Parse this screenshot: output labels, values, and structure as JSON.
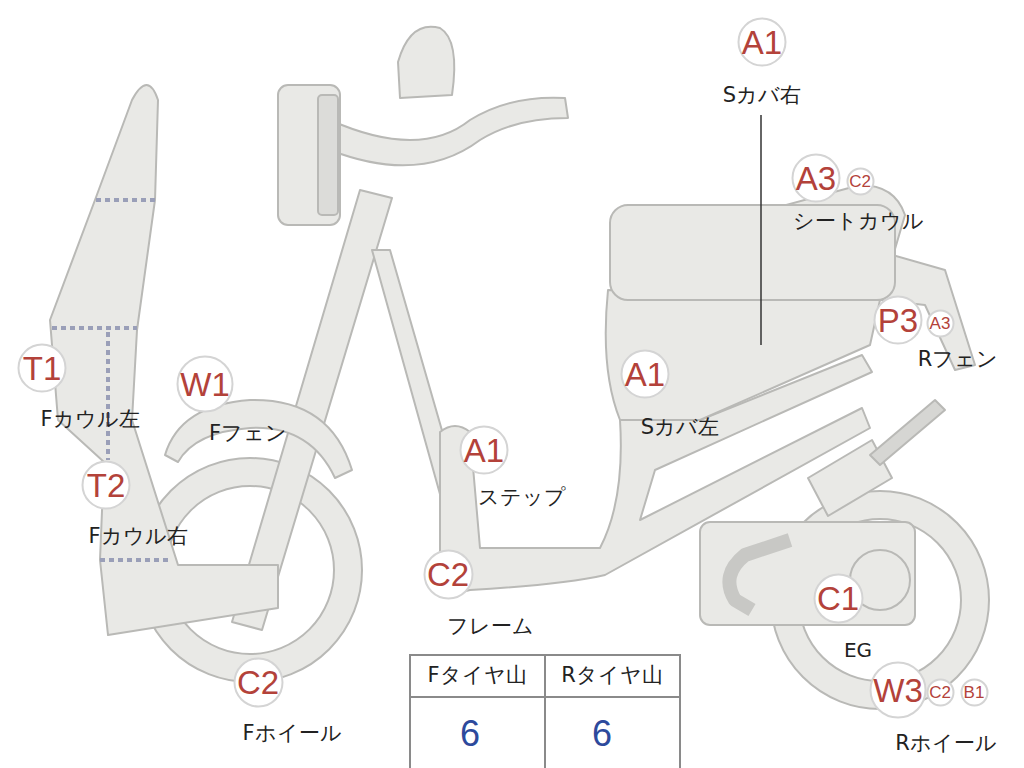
{
  "diagram": {
    "nodes": [
      {
        "text": [
          "A1"
        ]
      },
      {
        "text": [
          "A3"
        ]
      },
      {
        "text": [
          "C2"
        ]
      },
      {
        "text": [
          "P3"
        ]
      },
      {
        "text": [
          "A3"
        ]
      },
      {
        "text": [
          "T1"
        ]
      },
      {
        "text": [
          "A1"
        ]
      },
      {
        "text": [
          "W1"
        ]
      },
      {
        "text": [
          "A1"
        ]
      },
      {
        "text": [
          "T2"
        ]
      },
      {
        "text": [
          "C2"
        ]
      },
      {
        "text": [
          "C1"
        ]
      },
      {
        "text": [
          "C2"
        ]
      },
      {
        "text": [
          "W3"
        ]
      },
      {
        "text": [
          "C2"
        ]
      },
      {
        "text": [
          "B1"
        ]
      }
    ],
    "labels": [
      "Sカバ右",
      "シートカウル",
      "Rフェン",
      "Fカウル左",
      "Sカバ左",
      "Fフェン",
      "ステップ",
      "Fカウル右",
      "フレーム",
      "EG",
      "Fホイール",
      "Rホイール",
      "Fタイヤ山",
      "Rタイヤ山",
      "6",
      "6"
    ]
  }
}
